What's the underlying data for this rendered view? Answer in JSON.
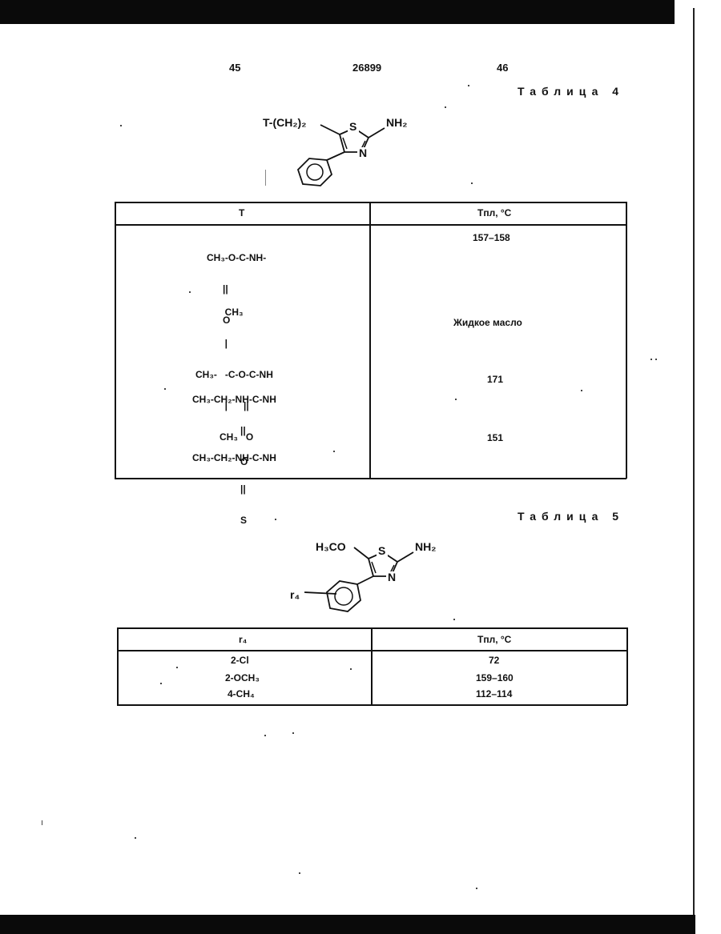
{
  "header": {
    "page_left": "45",
    "doc_number": "26899",
    "page_right": "46"
  },
  "table4": {
    "caption": "Таблица 4",
    "structure_labels": {
      "substituent": "T-(CH₂)₂",
      "s": "S",
      "n": "N",
      "nh2": "NH₂"
    },
    "col_headers": [
      "T",
      "Tпл, °C"
    ],
    "rows": [
      {
        "t": [
          "CH₃-O-C-NH-",
          "      ||",
          "      O"
        ],
        "mp": "157–158"
      },
      {
        "t": [
          "           CH₃",
          "           |",
          "CH₃-   -C-O-C-NH",
          "           |      ||",
          "         CH₃   O"
        ],
        "mp": "Жидкое масло"
      },
      {
        "t": [
          "CH₃-CH₂-NH-C-NH",
          "                  ||",
          "                  O"
        ],
        "mp": "171"
      },
      {
        "t": [
          "CH₃-CH₂-NH-C-NH",
          "                  ||",
          "                  S"
        ],
        "mp": "151"
      }
    ]
  },
  "table5": {
    "caption": "Таблица 5",
    "structure_labels": {
      "substituent": "H₃CO",
      "s": "S",
      "n": "N",
      "nh2": "NH₂",
      "r": "r₄"
    },
    "col_headers": [
      "r₄",
      "Tпл, °C"
    ],
    "rows": [
      {
        "r": "2-Cl",
        "mp": "72"
      },
      {
        "r": "2-OCH₃",
        "mp": "159–160"
      },
      {
        "r": "4-CH₄",
        "mp": "112–114"
      }
    ]
  }
}
